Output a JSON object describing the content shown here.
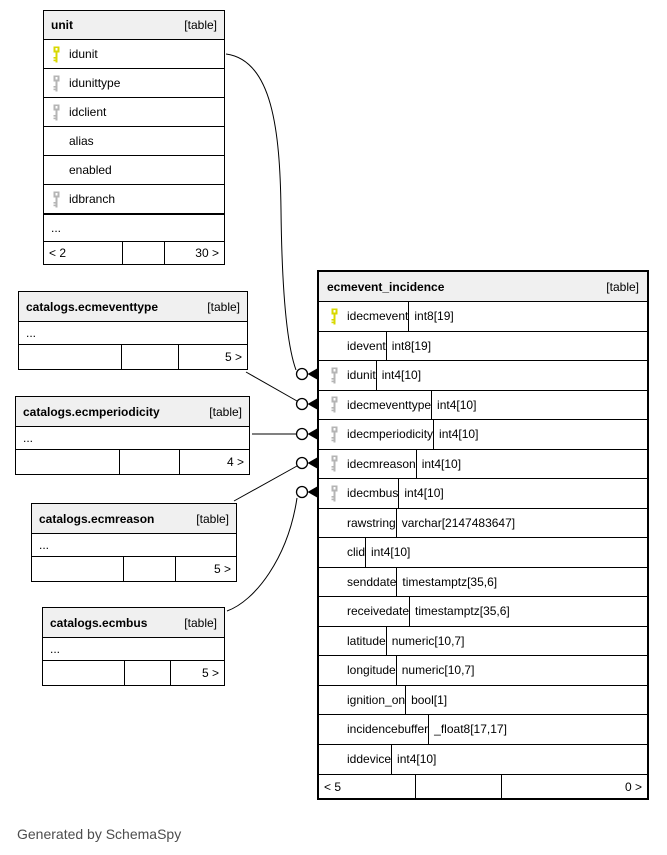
{
  "diagram": {
    "footer_note": "Generated by SchemaSpy",
    "colors": {
      "primary_key_icon": "#d8d800",
      "foreign_key_icon": "#b5b5b5",
      "header_bg": "#f0f0f0",
      "line": "#000000"
    }
  },
  "tables": {
    "unit": {
      "title": "unit",
      "tag": "[table]",
      "columns": [
        {
          "name": "idunit",
          "key": "primary-key-icon"
        },
        {
          "name": "idunittype",
          "key": "foreign-key-icon"
        },
        {
          "name": "idclient",
          "key": "foreign-key-icon"
        },
        {
          "name": "alias",
          "key": ""
        },
        {
          "name": "enabled",
          "key": ""
        },
        {
          "name": "idbranch",
          "key": "foreign-key-icon"
        }
      ],
      "ellipsis": "...",
      "footer": {
        "left": "< 2",
        "mid": "",
        "right": "30 >"
      }
    },
    "ecmeventtype": {
      "title": "catalogs.ecmeventtype",
      "tag": "[table]",
      "ellipsis": "...",
      "footer": {
        "left": "",
        "mid": "",
        "right": "5 >"
      }
    },
    "ecmperiodicity": {
      "title": "catalogs.ecmperiodicity",
      "tag": "[table]",
      "ellipsis": "...",
      "footer": {
        "left": "",
        "mid": "",
        "right": "4 >"
      }
    },
    "ecmreason": {
      "title": "catalogs.ecmreason",
      "tag": "[table]",
      "ellipsis": "...",
      "footer": {
        "left": "",
        "mid": "",
        "right": "5 >"
      }
    },
    "ecmbus": {
      "title": "catalogs.ecmbus",
      "tag": "[table]",
      "ellipsis": "...",
      "footer": {
        "left": "",
        "mid": "",
        "right": "5 >"
      }
    },
    "incidence": {
      "title": "ecmevent_incidence",
      "tag": "[table]",
      "columns": [
        {
          "name": "idecmevent",
          "type": "int8[19]",
          "key": "primary-key-icon"
        },
        {
          "name": "idevent",
          "type": "int8[19]",
          "key": ""
        },
        {
          "name": "idunit",
          "type": "int4[10]",
          "key": "foreign-key-icon"
        },
        {
          "name": "idecmeventtype",
          "type": "int4[10]",
          "key": "foreign-key-icon"
        },
        {
          "name": "idecmperiodicity",
          "type": "int4[10]",
          "key": "foreign-key-icon"
        },
        {
          "name": "idecmreason",
          "type": "int4[10]",
          "key": "foreign-key-icon"
        },
        {
          "name": "idecmbus",
          "type": "int4[10]",
          "key": "foreign-key-icon"
        },
        {
          "name": "rawstring",
          "type": "varchar[2147483647]",
          "key": ""
        },
        {
          "name": "clid",
          "type": "int4[10]",
          "key": ""
        },
        {
          "name": "senddate",
          "type": "timestamptz[35,6]",
          "key": ""
        },
        {
          "name": "receivedate",
          "type": "timestamptz[35,6]",
          "key": ""
        },
        {
          "name": "latitude",
          "type": "numeric[10,7]",
          "key": ""
        },
        {
          "name": "longitude",
          "type": "numeric[10,7]",
          "key": ""
        },
        {
          "name": "ignition_on",
          "type": "bool[1]",
          "key": ""
        },
        {
          "name": "incidencebuffer",
          "type": "_float8[17,17]",
          "key": ""
        },
        {
          "name": "iddevice",
          "type": "int4[10]",
          "key": ""
        }
      ],
      "footer": {
        "left": "< 5",
        "mid": "",
        "right": "0 >"
      }
    }
  }
}
